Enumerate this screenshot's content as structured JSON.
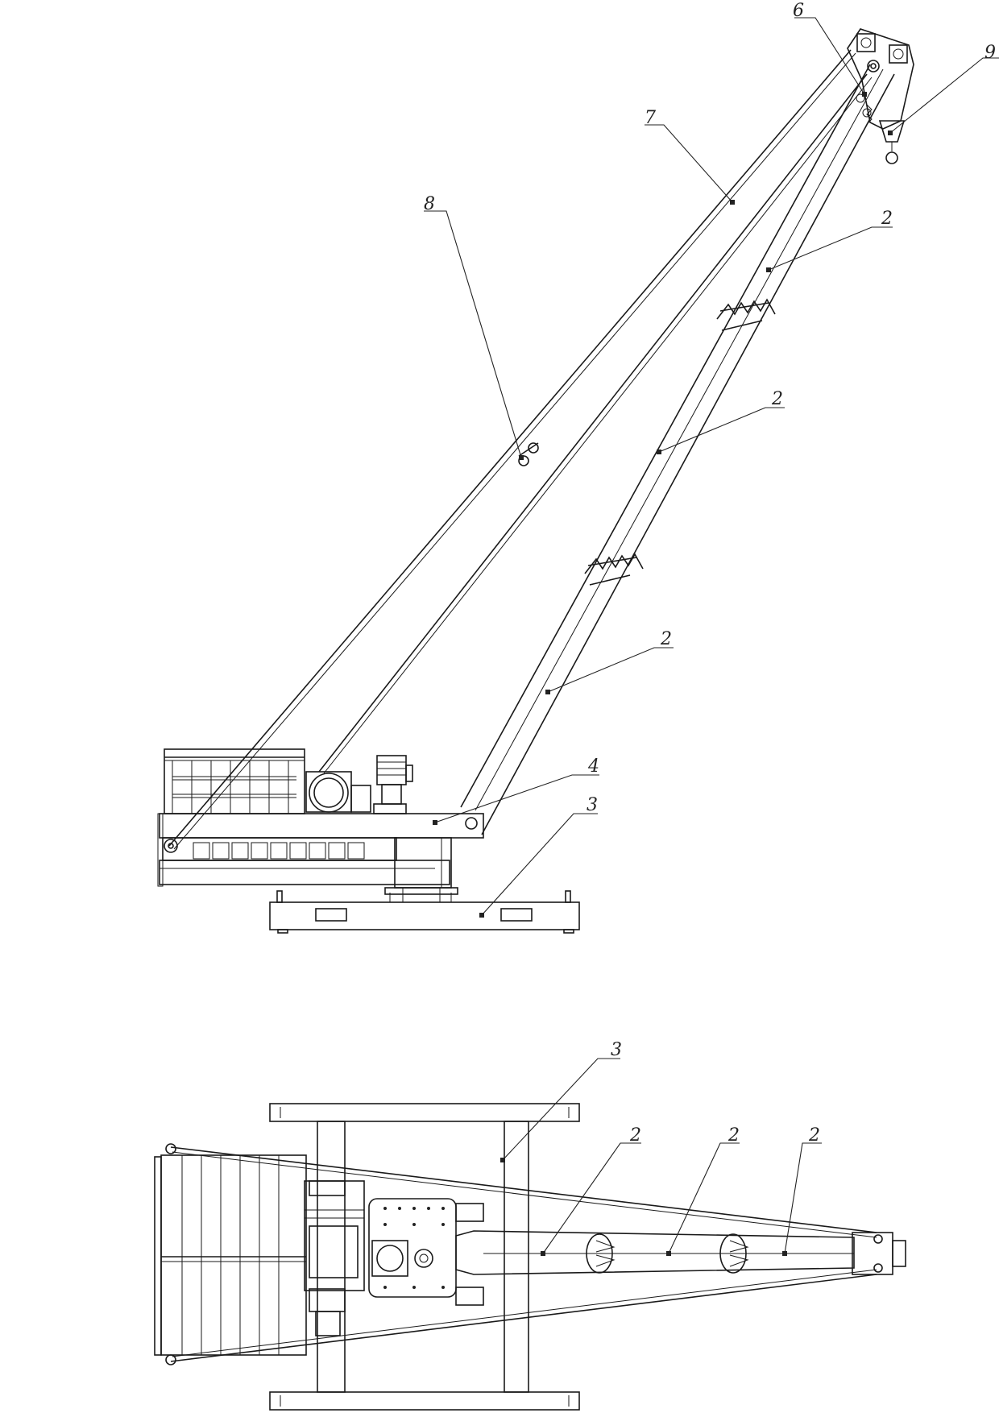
{
  "colors": {
    "line": "#1a1a1a",
    "background": "#ffffff"
  },
  "side_view": {
    "callouts": [
      {
        "id": "6",
        "label": "6"
      },
      {
        "id": "9",
        "label": "9"
      },
      {
        "id": "7",
        "label": "7"
      },
      {
        "id": "8",
        "label": "8"
      },
      {
        "id": "2a",
        "label": "2"
      },
      {
        "id": "2b",
        "label": "2"
      },
      {
        "id": "2c",
        "label": "2"
      },
      {
        "id": "4",
        "label": "4"
      },
      {
        "id": "3",
        "label": "3"
      }
    ]
  },
  "plan_view": {
    "callouts": [
      {
        "id": "3",
        "label": "3"
      },
      {
        "id": "2a",
        "label": "2"
      },
      {
        "id": "2b",
        "label": "2"
      },
      {
        "id": "2c",
        "label": "2"
      }
    ]
  }
}
